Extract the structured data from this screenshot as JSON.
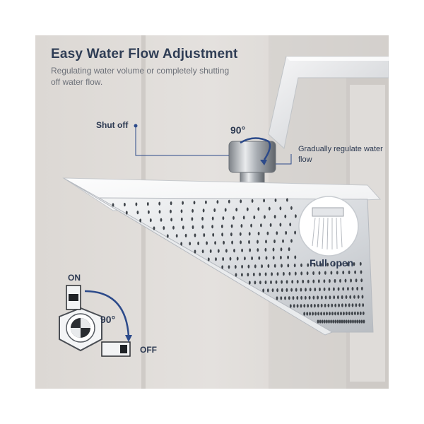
{
  "header": {
    "title": "Easy Water Flow Adjustment",
    "subtitle": "Regulating water volume or completely shutting off water flow."
  },
  "callouts": {
    "shut_off": "Shut off",
    "angle_top": "90°",
    "gradually": "Gradually regulate water flow",
    "full_open": "Full open"
  },
  "valve_diagram": {
    "on_label": "ON",
    "off_label": "OFF",
    "angle": "90°"
  },
  "colors": {
    "accent": "#2c4a8a",
    "title": "#2f3d55"
  }
}
